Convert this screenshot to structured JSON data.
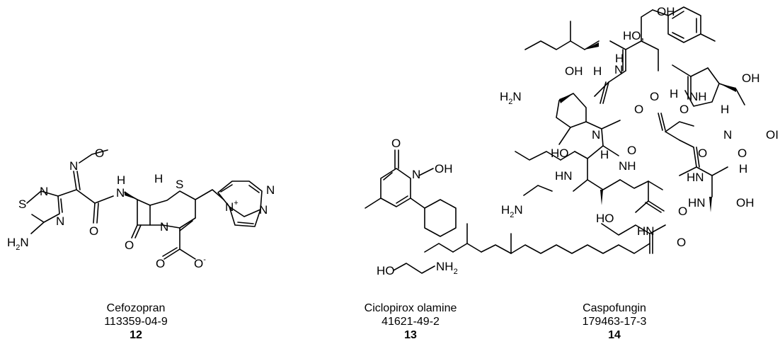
{
  "compounds": [
    {
      "name": "Cefozopran",
      "cas": "113359-04-9",
      "number": "12",
      "atoms": {
        "s_thiadiazole": "S",
        "n_thiadiazole_1": "N",
        "n_thiadiazole_2": "N",
        "amine": "H2N",
        "oxime_n": "N",
        "oxime_o": "O",
        "amide_o": "O",
        "amide_nh": "H",
        "amide_n": "N",
        "h_stereo": "H",
        "s_ring": "S",
        "lactam_o": "O",
        "lactam_n": "N",
        "carboxylate_o1": "O",
        "carboxylate_o2": "O",
        "charge_minus": "-",
        "pyridazine_n1": "N",
        "pyridazine_n2": "N",
        "imidazo_n": "N",
        "charge_plus": "+"
      }
    },
    {
      "name": "Ciclopirox olamine",
      "cas": "41621-49-2",
      "number": "13",
      "atoms": {
        "ketone_o": "O",
        "ring_n": "N",
        "hydroxyl": "OH",
        "ho": "HO",
        "nh2": "NH2"
      }
    },
    {
      "name": "Caspofungin",
      "cas": "179463-17-3",
      "number": "14",
      "atoms": {
        "oh_top": "OH",
        "ho_left": "HO,",
        "oh_phenol": "OH",
        "h2n_top": "H2N",
        "oh_1": "OH",
        "h_1": "H",
        "n_1": "N",
        "h_1b": "H",
        "o_1": "O",
        "h_2": "H",
        "nh_2": "NH",
        "h_3": "H",
        "o_2": "O",
        "o_3": "O",
        "n_pro": "N",
        "o_4": "O",
        "n_pro2": "N",
        "oh_pro2": "OI",
        "ho_pro": "HO",
        "h_pro": "H",
        "o_5": "O",
        "nh_3": "NH",
        "o_6": "O",
        "h_4": "H",
        "hn_1": "HN",
        "hn_2": "HN",
        "h2n_bottom": "H2N",
        "hn_3": "HN",
        "oh_thr": "OH",
        "ho_bottom": "HO",
        "o_7": "O",
        "hn_4": "HN",
        "o_8": "O"
      }
    }
  ]
}
